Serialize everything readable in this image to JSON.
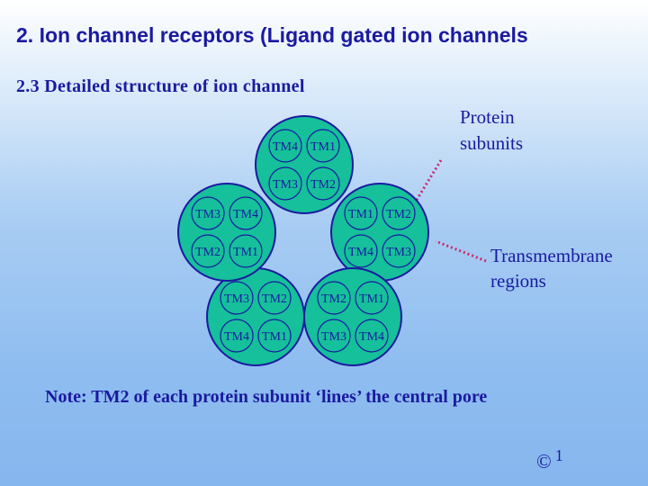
{
  "title": "2.   Ion channel receptors (Ligand gated ion channels",
  "subtitle": "2.3  Detailed  structure  of  ion  channel",
  "callouts": {
    "protein_line1": "Protein",
    "protein_line2": "subunits",
    "tm_line1": "Transmembrane",
    "tm_line2": "regions"
  },
  "subunits": [
    {
      "labels": [
        "TM4",
        "TM1",
        "TM3",
        "TM2"
      ]
    },
    {
      "labels": [
        "TM1",
        "TM2",
        "TM4",
        "TM3"
      ]
    },
    {
      "labels": [
        "TM2",
        "TM1",
        "TM3",
        "TM4"
      ]
    },
    {
      "labels": [
        "TM3",
        "TM2",
        "TM4",
        "TM1"
      ]
    },
    {
      "labels": [
        "TM3",
        "TM4",
        "TM2",
        "TM1"
      ]
    }
  ],
  "note": "Note: TM2 of each protein subunit ‘lines’ the central pore",
  "footer": {
    "symbol": "©",
    "page": "1"
  },
  "colors": {
    "text": "#1a1aa0",
    "subunit_fill": "#15c09a",
    "subunit_stroke": "#1a1aa0",
    "callout_line": "#cc2a6a",
    "tm_circle_stroke": "#1a1aa0"
  }
}
